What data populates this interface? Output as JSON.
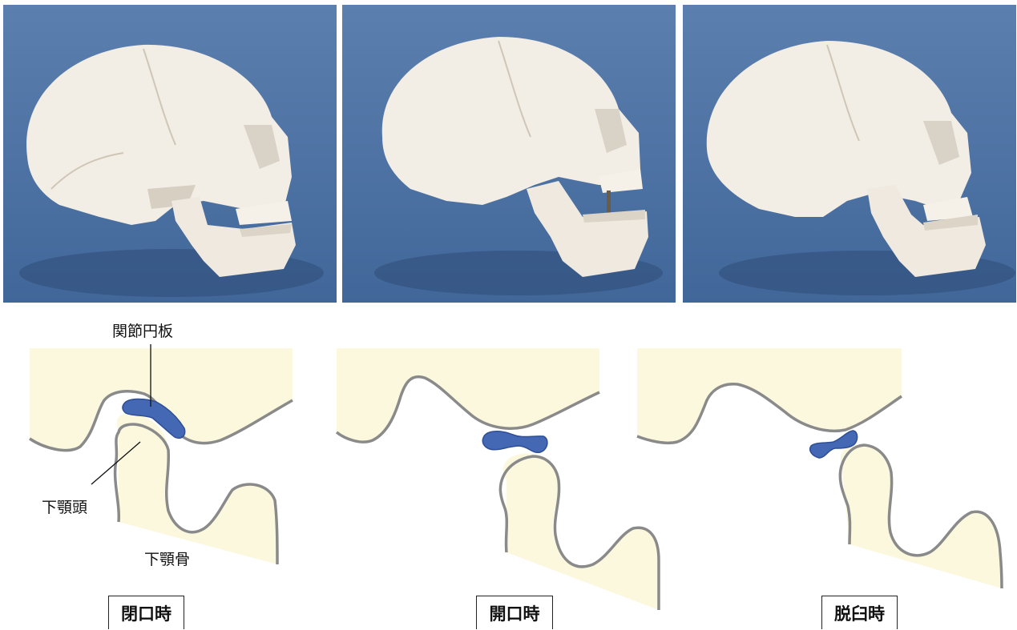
{
  "photos": [
    {
      "state": "closed"
    },
    {
      "state": "open"
    },
    {
      "state": "dislocated"
    }
  ],
  "labels": {
    "disc": "関節円板",
    "condyle": "下顎頭",
    "mandible": "下顎骨"
  },
  "states": {
    "closed": "閉口時",
    "open": "開口時",
    "dislocated": "脱臼時"
  },
  "colors": {
    "background_blue": "#4a6f9f",
    "bone_fill": "#fbf8de",
    "outline": "#8a8a8a",
    "disc": "#4468b4"
  }
}
